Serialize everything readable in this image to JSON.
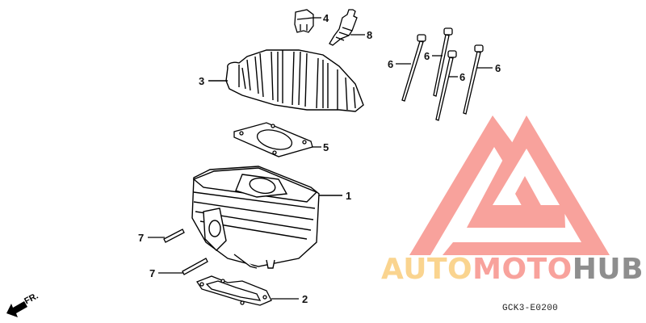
{
  "diagram": {
    "type": "exploded-parts-diagram",
    "subject": "Cylinder / Cylinder head assembly",
    "drawing_code": "GCK3-E0200",
    "direction_indicator": "FR.",
    "callouts": [
      {
        "number": "1",
        "part": "cylinder"
      },
      {
        "number": "2",
        "part": "cylinder-base-gasket"
      },
      {
        "number": "3",
        "part": "cylinder-head"
      },
      {
        "number": "4",
        "part": "spark-plug-cap"
      },
      {
        "number": "5",
        "part": "cylinder-head-gasket"
      },
      {
        "number": "6",
        "part": "stud-bolt",
        "count": 4
      },
      {
        "number": "7",
        "part": "stud",
        "count": 2
      },
      {
        "number": "8",
        "part": "spark-plug"
      }
    ],
    "labels": {
      "c1": "1",
      "c2": "2",
      "c3": "3",
      "c4": "4",
      "c5": "5",
      "c6a": "6",
      "c6b": "6",
      "c6c": "6",
      "c6d": "6",
      "c7a": "7",
      "c7b": "7",
      "c8": "8"
    }
  },
  "watermark": {
    "part1": "AUTO",
    "part2": "MOTO",
    "part3": "HUB",
    "colors": {
      "auto": "#fad48f",
      "moto": "#f8a29c",
      "hub": "#8e8e8e",
      "logo": "#f8a29c"
    }
  }
}
